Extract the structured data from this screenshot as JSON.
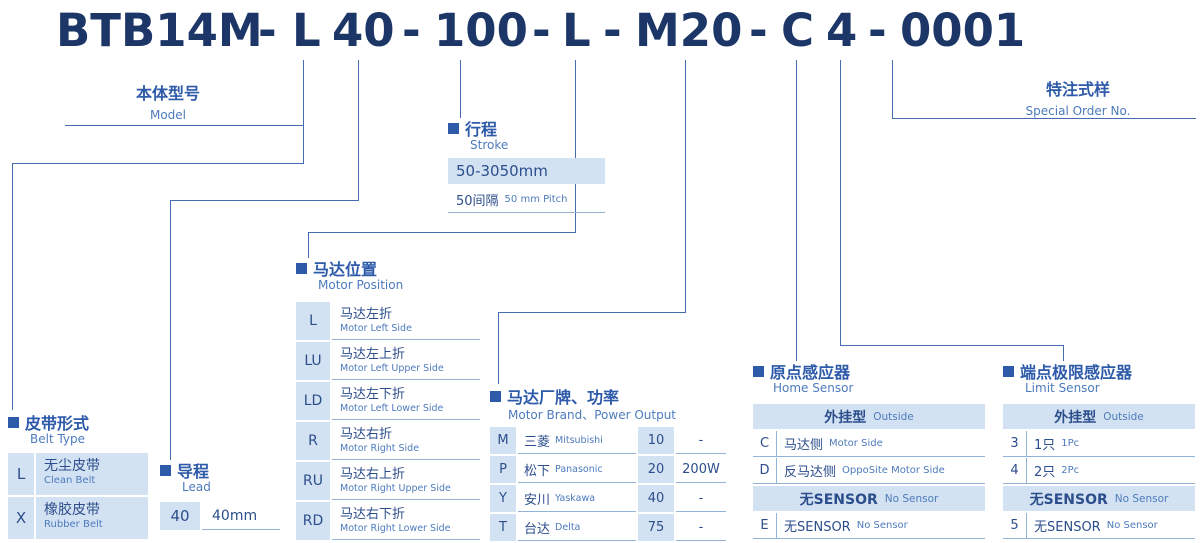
{
  "colors": {
    "code_navy": "#1c3667",
    "title_blue": "#2e5ba9",
    "light_blue_bg": "#d3e2f2",
    "line_blue": "#466cb0"
  },
  "code": {
    "segments": [
      "BTB14M",
      "-",
      "L",
      "40",
      "-",
      "100",
      "-",
      "L",
      "-",
      "M20",
      "-",
      "C",
      "4",
      "-",
      "0001"
    ]
  },
  "model_label": {
    "zh": "本体型号",
    "en": "Model"
  },
  "special_label": {
    "zh": "特注式样",
    "en": "Special Order No."
  },
  "stroke": {
    "title_zh": "行程",
    "title_en": "Stroke",
    "range": "50-3050mm",
    "pitch_zh": "50间隔",
    "pitch_en": "50 mm Pitch"
  },
  "motor_position": {
    "title_zh": "马达位置",
    "title_en": "Motor Position",
    "rows": [
      {
        "code": "L",
        "zh": "马达左折",
        "en": "Motor Left Side"
      },
      {
        "code": "LU",
        "zh": "马达左上折",
        "en": "Motor Left Upper Side"
      },
      {
        "code": "LD",
        "zh": "马达左下折",
        "en": "Motor Left Lower Side"
      },
      {
        "code": "R",
        "zh": "马达右折",
        "en": "Motor Right Side"
      },
      {
        "code": "RU",
        "zh": "马达右上折",
        "en": "Motor Right Upper Side"
      },
      {
        "code": "RD",
        "zh": "马达右下折",
        "en": "Motor Right Lower Side"
      }
    ]
  },
  "motor_brand": {
    "title_zh": "马达厂牌、功率",
    "title_en": "Motor Brand、Power Output",
    "rows": [
      {
        "code": "M",
        "zh": "三菱",
        "en": "Mitsubishi",
        "power": "10",
        "watt": "-"
      },
      {
        "code": "P",
        "zh": "松下",
        "en": "Panasonic",
        "power": "20",
        "watt": "200W"
      },
      {
        "code": "Y",
        "zh": "安川",
        "en": "Yaskawa",
        "power": "40",
        "watt": "-"
      },
      {
        "code": "T",
        "zh": "台达",
        "en": "Delta",
        "power": "75",
        "watt": "-"
      }
    ]
  },
  "home_sensor": {
    "title_zh": "原点感应器",
    "title_en": "Home Sensor",
    "group_outside_zh": "外挂型",
    "group_outside_en": "Outside",
    "rows": [
      {
        "code": "C",
        "zh": "马达侧",
        "en": "Motor Side"
      },
      {
        "code": "D",
        "zh": "反马达侧",
        "en": "OppoSite Motor Side"
      }
    ],
    "group_none_zh": "无SENSOR",
    "group_none_en": "No Sensor",
    "none_row": {
      "code": "E",
      "zh": "无SENSOR",
      "en": "No Sensor"
    }
  },
  "limit_sensor": {
    "title_zh": "端点极限感应器",
    "title_en": "Limit Sensor",
    "group_outside_zh": "外挂型",
    "group_outside_en": "Outside",
    "rows": [
      {
        "code": "3",
        "zh": "1只",
        "en": "1Pc"
      },
      {
        "code": "4",
        "zh": "2只",
        "en": "2Pc"
      }
    ],
    "group_none_zh": "无SENSOR",
    "group_none_en": "No Sensor",
    "none_row": {
      "code": "5",
      "zh": "无SENSOR",
      "en": "No Sensor"
    }
  },
  "belt_type": {
    "title_zh": "皮带形式",
    "title_en": "Belt Type",
    "rows": [
      {
        "code": "L",
        "zh": "无尘皮带",
        "en": "Clean Belt"
      },
      {
        "code": "X",
        "zh": "橡胶皮带",
        "en": "Rubber Belt"
      }
    ]
  },
  "lead": {
    "title_zh": "导程",
    "title_en": "Lead",
    "code": "40",
    "value": "40mm"
  }
}
